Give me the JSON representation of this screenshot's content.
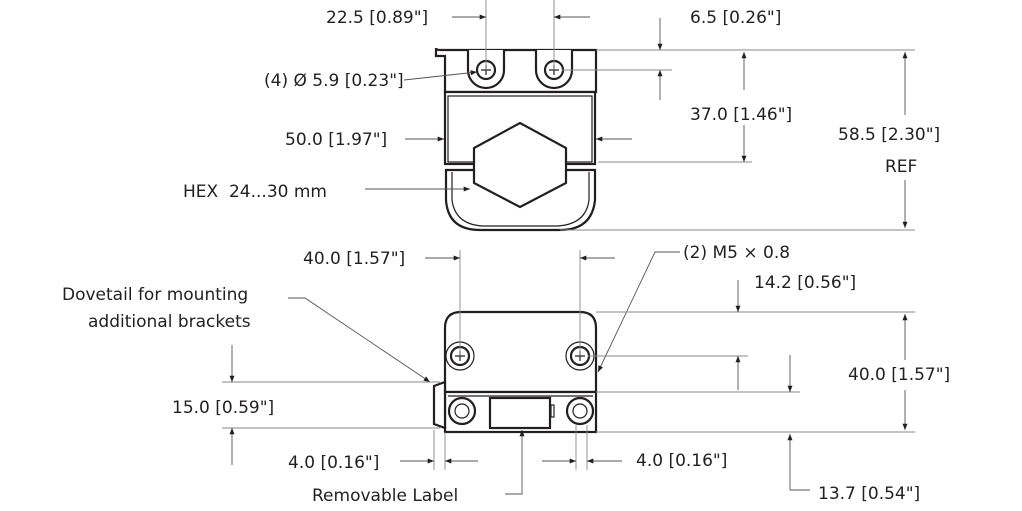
{
  "top_view": {
    "dim_hole_spacing": "22.5 [0.89\"]",
    "dim_top_offset": "6.5 [0.26\"]",
    "dim_holes": "(4) Ø 5.9 [0.23\"]",
    "dim_hole_to_clamp": "37.0 [1.46\"]",
    "dim_total_height": "58.5 [2.30\"]",
    "dim_total_height_ref": "REF",
    "dim_width": "50.0 [1.97\"]",
    "hex_label": "HEX  24...30 mm"
  },
  "bottom_view": {
    "dim_hole_spacing": "40.0 [1.57\"]",
    "thread_label": "(2) M5 × 0.8",
    "dim_top_offset": "14.2 [0.56\"]",
    "dovetail_line1": "Dovetail for mounting",
    "dovetail_line2": "additional brackets",
    "dim_height": "40.0 [1.57\"]",
    "dim_dovetail_height": "15.0 [0.59\"]",
    "dim_left_offset": "4.0 [0.16\"]",
    "dim_right_offset": "4.0 [0.16\"]",
    "removable_label": "Removable Label",
    "dim_bottom_offset": "13.7 [0.54\"]"
  }
}
